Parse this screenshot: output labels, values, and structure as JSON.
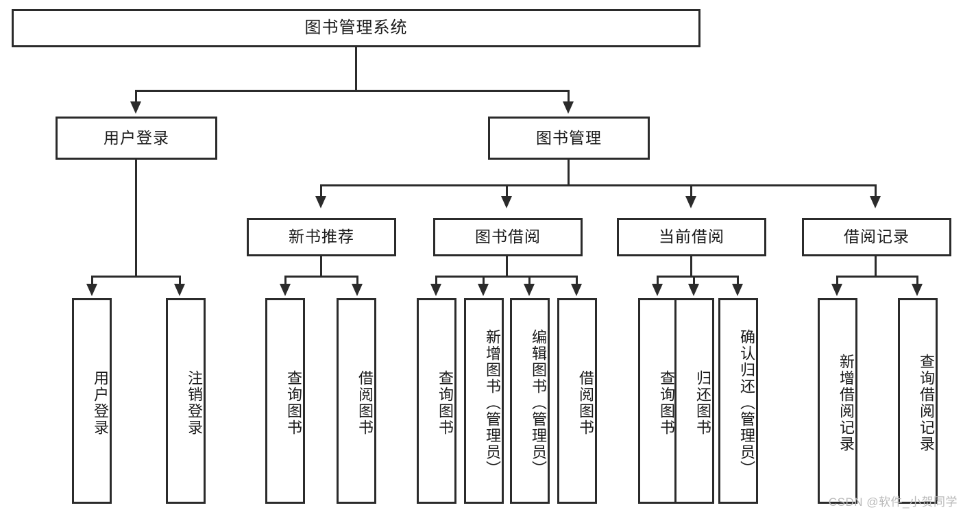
{
  "diagram": {
    "title": "图书管理系统",
    "type": "tree-hierarchy",
    "orientation": "top-down",
    "colors": {
      "stroke": "#2b2b2b",
      "fill": "#ffffff",
      "text": "#1a1a1a",
      "watermark": "#b9b9b9"
    },
    "root": {
      "label": "图书管理系统"
    },
    "level2": [
      {
        "label": "用户登录"
      },
      {
        "label": "图书管理"
      }
    ],
    "level3": [
      {
        "label": "新书推荐"
      },
      {
        "label": "图书借阅"
      },
      {
        "label": "当前借阅"
      },
      {
        "label": "借阅记录"
      }
    ],
    "leaves": {
      "user_login": [
        {
          "label": "用户登录"
        },
        {
          "label": "注销登录"
        }
      ],
      "new_book_recommend": [
        {
          "label": "查询图书"
        },
        {
          "label": "借阅图书"
        }
      ],
      "book_borrow": [
        {
          "label": "查询图书"
        },
        {
          "label": "新增图书（管理员）"
        },
        {
          "label": "编辑图书（管理员）"
        },
        {
          "label": "借阅图书"
        }
      ],
      "current_borrow": [
        {
          "label": "查询图书"
        },
        {
          "label": "归还图书"
        },
        {
          "label": "确认归还（管理员）"
        }
      ],
      "borrow_record": [
        {
          "label": "新增借阅记录"
        },
        {
          "label": "查询借阅记录"
        }
      ]
    }
  },
  "watermark": {
    "text": "CSDN @软件_小贺同学"
  }
}
